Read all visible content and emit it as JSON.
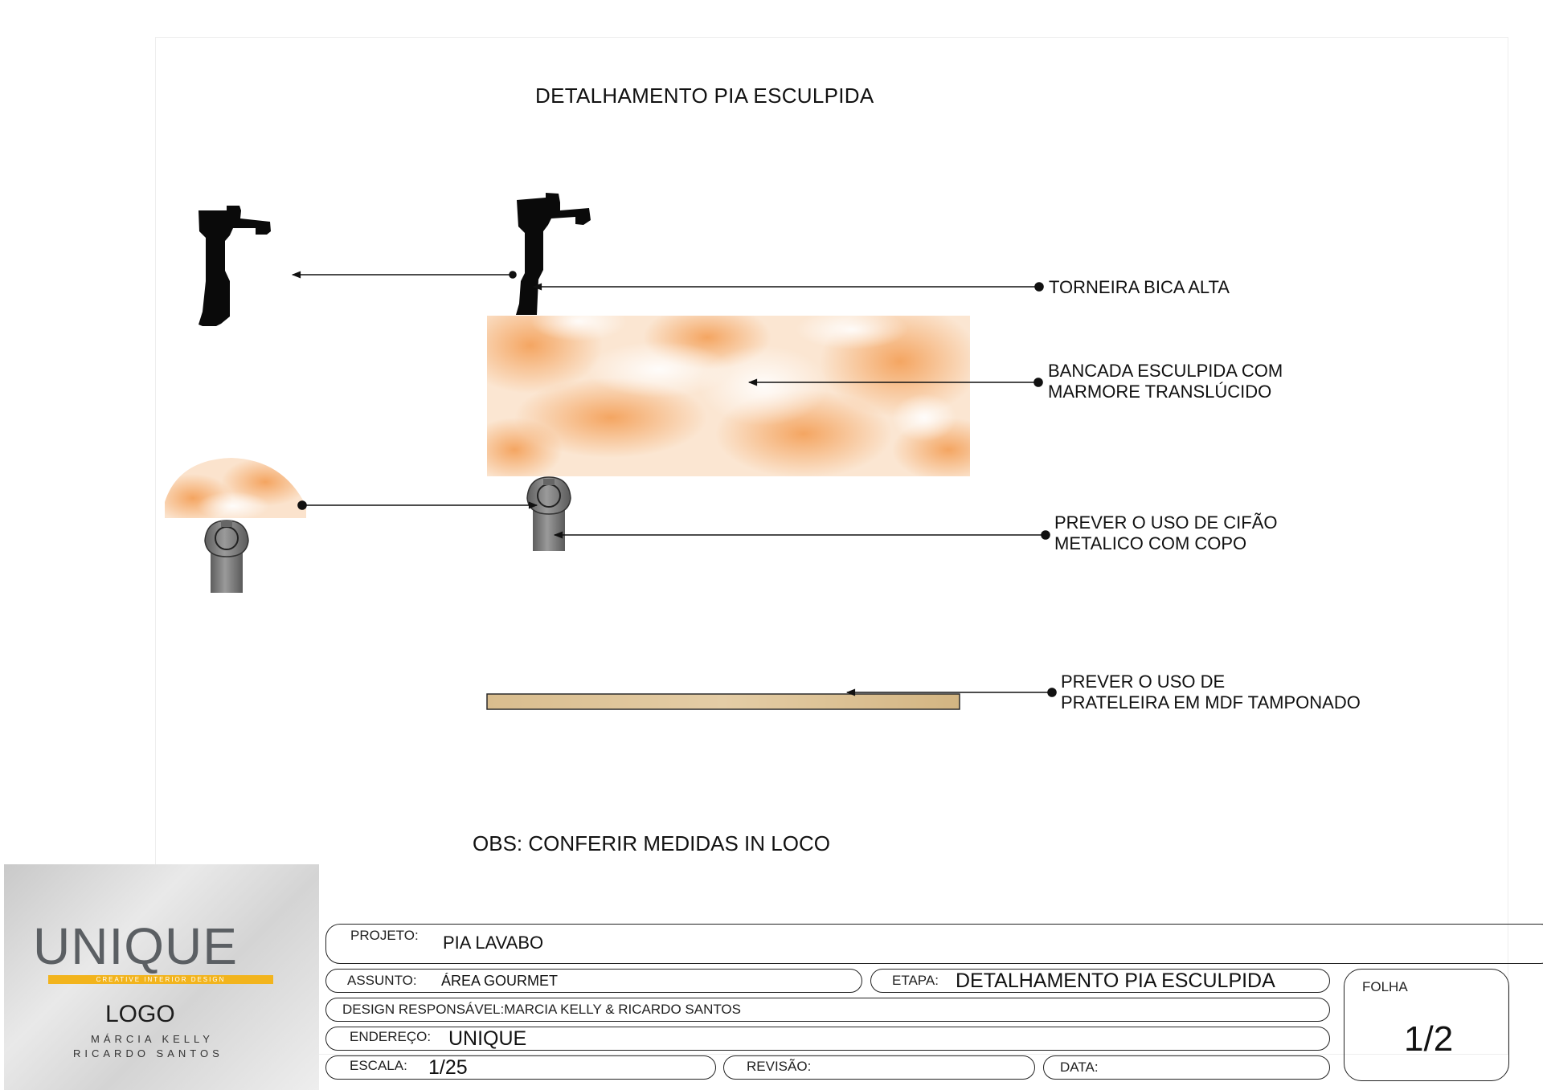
{
  "title": "DETALHAMENTO PIA ESCULPIDA",
  "callouts": {
    "faucet": "TORNEIRA BICA ALTA",
    "counter_line1": "BANCADA ESCULPIDA COM",
    "counter_line2": "MARMORE TRANSLÚCIDO",
    "siphon_line1": "PREVER O USO DE CIFÃO",
    "siphon_line2": "METALICO COM COPO",
    "shelf_line1": "PREVER O USO DE",
    "shelf_line2": "PRATELEIRA EM MDF TAMPONADO"
  },
  "note": "OBS: CONFERIR MEDIDAS IN LOCO",
  "logo": {
    "wordmark": "UNIQUE",
    "tagline": "CREATIVE INTERIOR DESIGN",
    "label": "LOGO",
    "name1": "MÁRCIA KELLY",
    "name2": "RICARDO SANTOS"
  },
  "titleblock": {
    "projeto_label": "PROJETO:",
    "projeto_value": "PIA LAVABO",
    "assunto_label": "ASSUNTO:",
    "assunto_value": "ÁREA GOURMET",
    "etapa_label": "ETAPA:",
    "etapa_value": "DETALHAMENTO PIA ESCULPIDA",
    "design_label": "DESIGN RESPONSÁVEL:MARCIA KELLY & RICARDO SANTOS",
    "endereco_label": "ENDEREÇO:",
    "endereco_value": "UNIQUE",
    "escala_label": "ESCALA:",
    "escala_value": "1/25",
    "revisao_label": "REVISÃO:",
    "data_label": "DATA:",
    "folha_label": "FOLHA",
    "folha_value": "1/2"
  },
  "colors": {
    "marble_base": "#fbe4cf",
    "marble_vein": "#f4a460",
    "siphon": "#7a7a7a",
    "wood": "#dcc39a",
    "logo_accent": "#f2b41d"
  }
}
